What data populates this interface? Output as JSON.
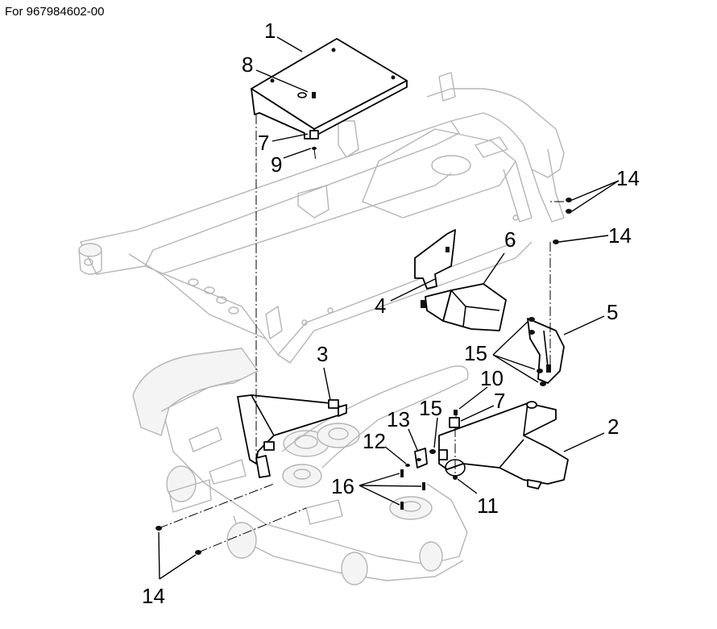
{
  "header": {
    "reference": "For 967984602-00"
  },
  "callouts": [
    {
      "id": "c1",
      "label": "1"
    },
    {
      "id": "c8",
      "label": "8"
    },
    {
      "id": "c7a",
      "label": "7"
    },
    {
      "id": "c9",
      "label": "9"
    },
    {
      "id": "c14a",
      "label": "14"
    },
    {
      "id": "c14b",
      "label": "14"
    },
    {
      "id": "c6",
      "label": "6"
    },
    {
      "id": "c4",
      "label": "4"
    },
    {
      "id": "c5",
      "label": "5"
    },
    {
      "id": "c15a",
      "label": "15"
    },
    {
      "id": "c3",
      "label": "3"
    },
    {
      "id": "c10",
      "label": "10"
    },
    {
      "id": "c7b",
      "label": "7"
    },
    {
      "id": "c15b",
      "label": "15"
    },
    {
      "id": "c13",
      "label": "13"
    },
    {
      "id": "c2",
      "label": "2"
    },
    {
      "id": "c12",
      "label": "12"
    },
    {
      "id": "c16",
      "label": "16"
    },
    {
      "id": "c11",
      "label": "11"
    },
    {
      "id": "c14c",
      "label": "14"
    }
  ]
}
